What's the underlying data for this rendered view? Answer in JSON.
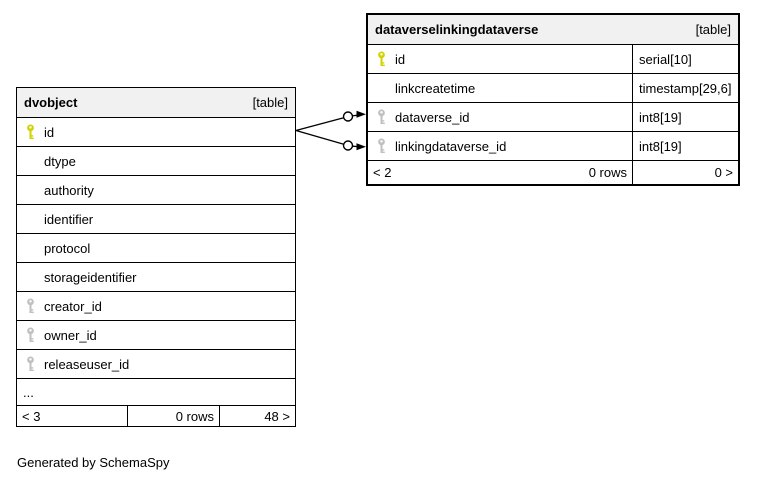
{
  "diagram": {
    "credit": "Generated by SchemaSpy",
    "colors": {
      "primary_key": "#d2d200",
      "foreign_key": "#c0c0c0",
      "header_bg": "#f1f1f1",
      "border": "#000000"
    },
    "relationships": [
      {
        "from": "dvobject.id",
        "to": "dataverselinkingdataverse.dataverse_id"
      },
      {
        "from": "dvobject.id",
        "to": "dataverselinkingdataverse.linkingdataverse_id"
      }
    ],
    "tables": [
      {
        "name": "dvobject",
        "badge": "[table]",
        "columns": [
          {
            "name": "id",
            "key": "primary"
          },
          {
            "name": "dtype"
          },
          {
            "name": "authority"
          },
          {
            "name": "identifier"
          },
          {
            "name": "protocol"
          },
          {
            "name": "storageidentifier"
          },
          {
            "name": "creator_id",
            "key": "foreign"
          },
          {
            "name": "owner_id",
            "key": "foreign"
          },
          {
            "name": "releaseuser_id",
            "key": "foreign"
          }
        ],
        "truncated": "...",
        "footer": {
          "left": "< 3",
          "rows": "0 rows",
          "right": "48 >"
        }
      },
      {
        "name": "dataverselinkingdataverse",
        "badge": "[table]",
        "columns": [
          {
            "name": "id",
            "type": "serial[10]",
            "key": "primary"
          },
          {
            "name": "linkcreatetime",
            "type": "timestamp[29,6]"
          },
          {
            "name": "dataverse_id",
            "type": "int8[19]",
            "key": "foreign"
          },
          {
            "name": "linkingdataverse_id",
            "type": "int8[19]",
            "key": "foreign"
          }
        ],
        "footer": {
          "left": "< 2",
          "rows": "0 rows",
          "right": "0 >"
        }
      }
    ]
  }
}
